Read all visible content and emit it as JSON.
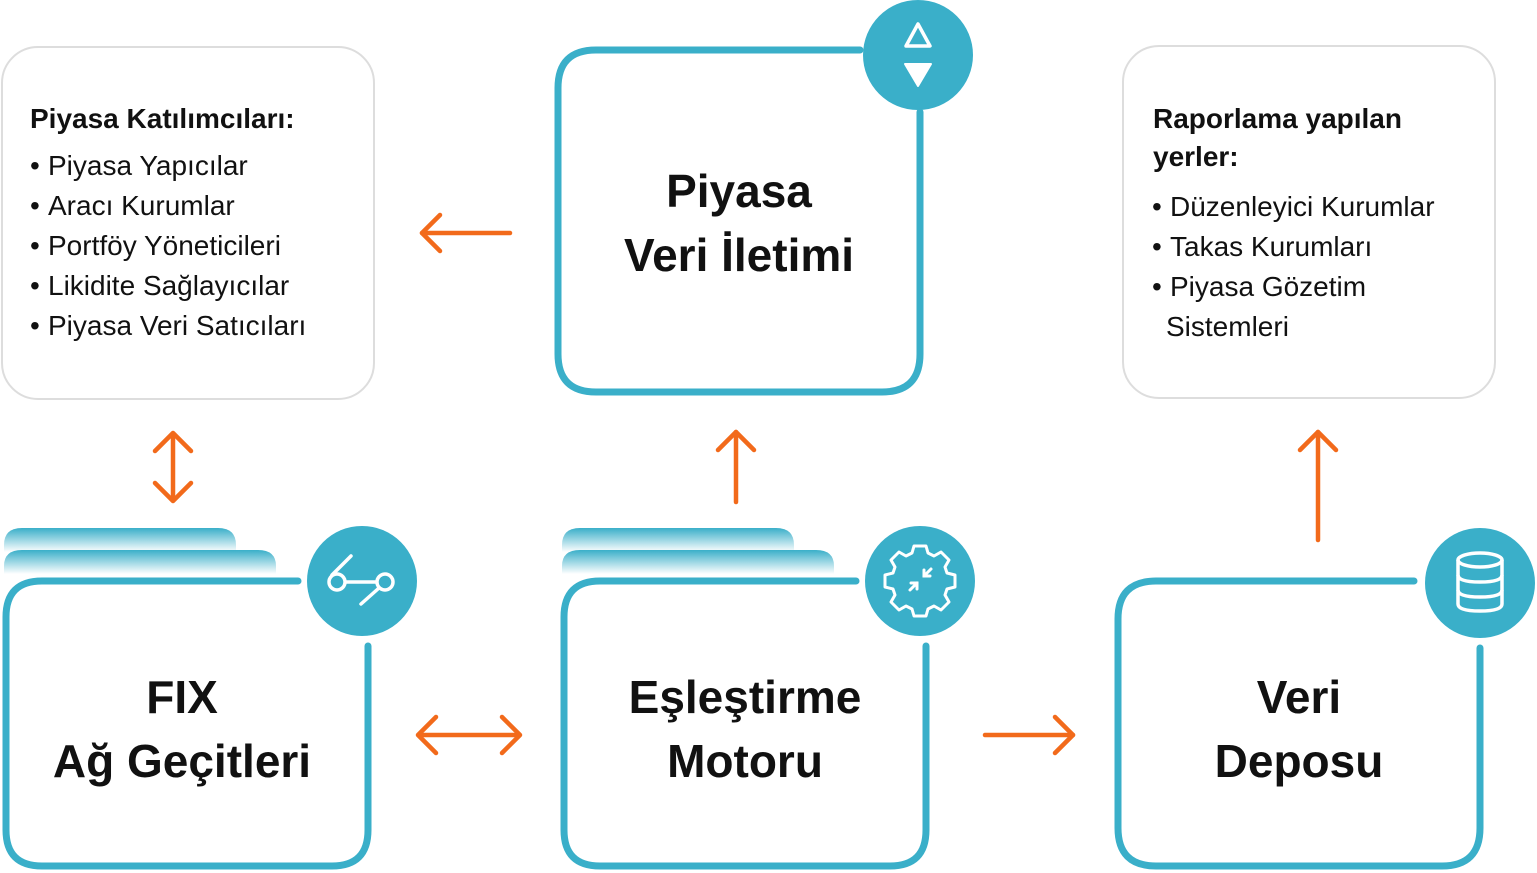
{
  "colors": {
    "teal": "#3AAFC9",
    "orange": "#F26A1B",
    "panel_border": "#DDDDDD",
    "text": "#111111"
  },
  "participants": {
    "title": "Piyasa Katılımcıları:",
    "items": [
      "Piyasa Yapıcılar",
      "Aracı Kurumlar",
      "Portföy Yöneticileri",
      "Likidite Sağlayıcılar",
      "Piyasa Veri Satıcıları"
    ]
  },
  "reporting": {
    "title_line1": "Raporlama yapılan",
    "title_line2": "yerler:",
    "items": [
      "Düzenleyici Kurumlar",
      "Takas Kurumları"
    ],
    "item3_line1": "Piyasa Gözetim",
    "item3_line2": "Sistemleri"
  },
  "boxes": {
    "market_data": {
      "line1": "Piyasa",
      "line2": "Veri İletimi",
      "icon": "up-down-triangles-icon"
    },
    "fix": {
      "line1": "FIX",
      "line2": "Ağ Geçitleri",
      "icon": "network-nodes-icon"
    },
    "matching": {
      "line1": "Eşleştirme",
      "line2": "Motoru",
      "icon": "gear-compress-icon"
    },
    "warehouse": {
      "line1": "Veri",
      "line2": "Deposu",
      "icon": "database-icon"
    }
  },
  "bullet": "•"
}
